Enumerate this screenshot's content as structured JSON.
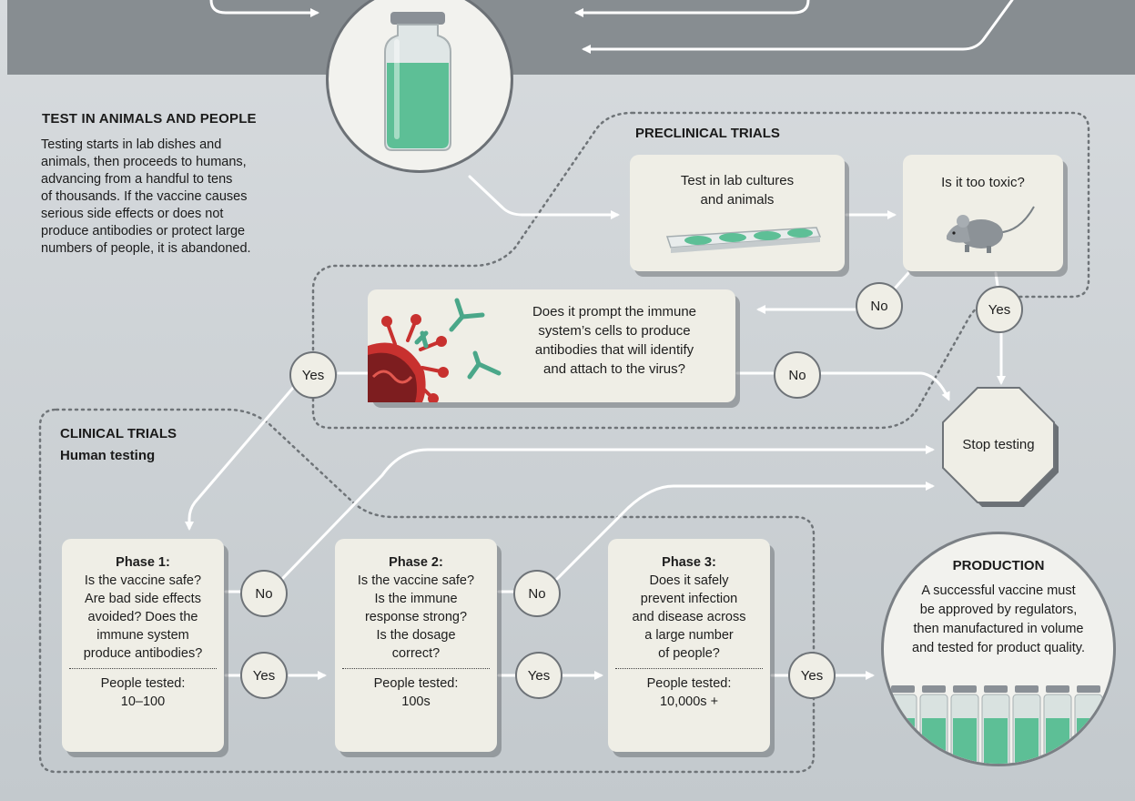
{
  "intro": {
    "title": "TEST IN ANIMALS AND PEOPLE",
    "lines": [
      "Testing starts in lab dishes and",
      "animals, then proceeds to humans,",
      "advancing from a handful to tens",
      "of thousands. If the vaccine causes",
      "serious side effects or does not",
      "produce antibodies or protect large",
      "numbers of people, it is abandoned."
    ]
  },
  "preclinical": {
    "title": "PRECLINICAL TRIALS",
    "lab_test": [
      "Test in lab cultures",
      "and animals"
    ],
    "toxic_question": "Is it too toxic?",
    "immune_question": [
      "Does it prompt the immune",
      "system’s cells to produce",
      "antibodies that will identify",
      "and attach to the virus?"
    ]
  },
  "clinical": {
    "title": "CLINICAL TRIALS",
    "subtitle": "Human testing"
  },
  "phases": [
    {
      "title": "Phase 1:",
      "lines": [
        "Is the vaccine safe?",
        "Are bad side effects",
        "avoided? Does the",
        "immune system",
        "produce antibodies?"
      ],
      "tested_label": "People tested:",
      "tested_value": "10–100"
    },
    {
      "title": "Phase 2:",
      "lines": [
        "Is the vaccine safe?",
        "Is the immune",
        "response strong?",
        "Is the dosage",
        "correct?"
      ],
      "tested_label": "People tested:",
      "tested_value": "100s"
    },
    {
      "title": "Phase 3:",
      "lines": [
        "Does it safely",
        "prevent infection",
        "and disease across",
        "a large number",
        "of people?"
      ],
      "tested_label": "People tested:",
      "tested_value": "10,000s +"
    }
  ],
  "labels": {
    "yes": "Yes",
    "no": "No"
  },
  "stop_label": "Stop testing",
  "production": {
    "title": "PRODUCTION",
    "lines": [
      "A successful vaccine must",
      "be approved by regulators,",
      "then manufactured in volume",
      "and tested for product quality."
    ]
  },
  "colors": {
    "liquid": "#5dbf96",
    "virus": "#c8312f",
    "antibody": "#4aa789",
    "card": "#efeee6",
    "top_band": "#878d91"
  }
}
